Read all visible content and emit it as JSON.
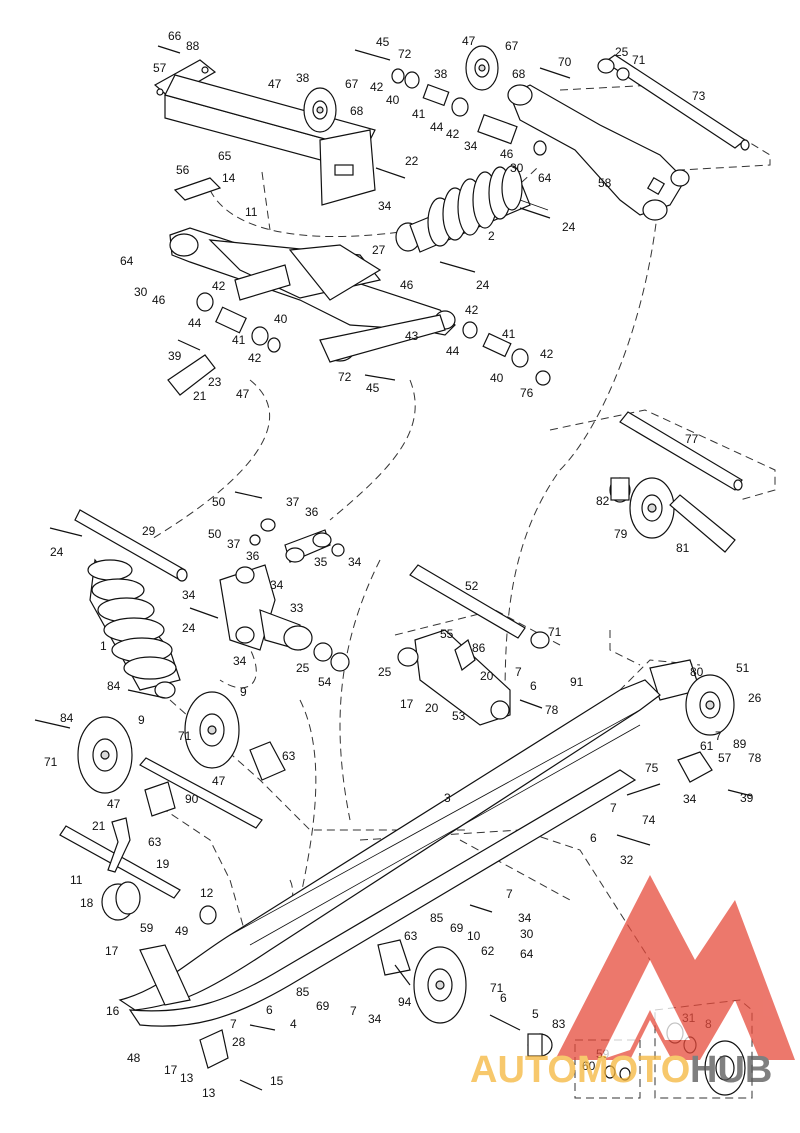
{
  "diagram": {
    "labels": [
      {
        "id": "p66a",
        "text": "66"
      },
      {
        "id": "p88",
        "text": "88"
      },
      {
        "id": "p57a",
        "text": "57"
      },
      {
        "id": "p45a",
        "text": "45"
      },
      {
        "id": "p72a",
        "text": "72"
      },
      {
        "id": "p42a",
        "text": "42"
      },
      {
        "id": "p40a",
        "text": "40"
      },
      {
        "id": "p47a",
        "text": "47"
      },
      {
        "id": "p38a",
        "text": "38"
      },
      {
        "id": "p67a",
        "text": "67"
      },
      {
        "id": "p68a",
        "text": "68"
      },
      {
        "id": "p41a",
        "text": "41"
      },
      {
        "id": "p44a",
        "text": "44"
      },
      {
        "id": "p42b",
        "text": "42"
      },
      {
        "id": "p47b",
        "text": "47"
      },
      {
        "id": "p38b",
        "text": "38"
      },
      {
        "id": "p67b",
        "text": "67"
      },
      {
        "id": "p68b",
        "text": "68"
      },
      {
        "id": "p70",
        "text": "70"
      },
      {
        "id": "p25a",
        "text": "25"
      },
      {
        "id": "p71a",
        "text": "71"
      },
      {
        "id": "p73",
        "text": "73"
      },
      {
        "id": "p65",
        "text": "65"
      },
      {
        "id": "p22",
        "text": "22"
      },
      {
        "id": "p34a",
        "text": "34"
      },
      {
        "id": "p46a",
        "text": "46"
      },
      {
        "id": "p30a",
        "text": "30"
      },
      {
        "id": "p64a",
        "text": "64"
      },
      {
        "id": "p58",
        "text": "58"
      },
      {
        "id": "p56",
        "text": "56"
      },
      {
        "id": "p14",
        "text": "14"
      },
      {
        "id": "p11a",
        "text": "11"
      },
      {
        "id": "p34b",
        "text": "34"
      },
      {
        "id": "p2",
        "text": "2"
      },
      {
        "id": "p24a",
        "text": "24"
      },
      {
        "id": "p27",
        "text": "27"
      },
      {
        "id": "p24b",
        "text": "24"
      },
      {
        "id": "p46b",
        "text": "46"
      },
      {
        "id": "p64b",
        "text": "64"
      },
      {
        "id": "p30b",
        "text": "30"
      },
      {
        "id": "p46c",
        "text": "46"
      },
      {
        "id": "p42c",
        "text": "42"
      },
      {
        "id": "p44b",
        "text": "44"
      },
      {
        "id": "p41b",
        "text": "41"
      },
      {
        "id": "p40b",
        "text": "40"
      },
      {
        "id": "p42d",
        "text": "42"
      },
      {
        "id": "p43",
        "text": "43"
      },
      {
        "id": "p42e",
        "text": "42"
      },
      {
        "id": "p44c",
        "text": "44"
      },
      {
        "id": "p41c",
        "text": "41"
      },
      {
        "id": "p42f",
        "text": "42"
      },
      {
        "id": "p40c",
        "text": "40"
      },
      {
        "id": "p76",
        "text": "76"
      },
      {
        "id": "p39a",
        "text": "39"
      },
      {
        "id": "p23",
        "text": "23"
      },
      {
        "id": "p21a",
        "text": "21"
      },
      {
        "id": "p47c",
        "text": "47"
      },
      {
        "id": "p72b",
        "text": "72"
      },
      {
        "id": "p45b",
        "text": "45"
      },
      {
        "id": "p77",
        "text": "77"
      },
      {
        "id": "p82",
        "text": "82"
      },
      {
        "id": "p79",
        "text": "79"
      },
      {
        "id": "p81",
        "text": "81"
      },
      {
        "id": "p50a",
        "text": "50"
      },
      {
        "id": "p37a",
        "text": "37"
      },
      {
        "id": "p36a",
        "text": "36"
      },
      {
        "id": "p50b",
        "text": "50"
      },
      {
        "id": "p37b",
        "text": "37"
      },
      {
        "id": "p36b",
        "text": "36"
      },
      {
        "id": "p35",
        "text": "35"
      },
      {
        "id": "p34c",
        "text": "34"
      },
      {
        "id": "p24c",
        "text": "24"
      },
      {
        "id": "p29",
        "text": "29"
      },
      {
        "id": "p34d",
        "text": "34"
      },
      {
        "id": "p34e",
        "text": "34"
      },
      {
        "id": "p24d",
        "text": "24"
      },
      {
        "id": "p33",
        "text": "33"
      },
      {
        "id": "p1",
        "text": "1"
      },
      {
        "id": "p34f",
        "text": "34"
      },
      {
        "id": "p25b",
        "text": "25"
      },
      {
        "id": "p54",
        "text": "54"
      },
      {
        "id": "p52",
        "text": "52"
      },
      {
        "id": "p71b",
        "text": "71"
      },
      {
        "id": "p55",
        "text": "55"
      },
      {
        "id": "p86",
        "text": "86"
      },
      {
        "id": "p25c",
        "text": "25"
      },
      {
        "id": "p20a",
        "text": "20"
      },
      {
        "id": "p7a",
        "text": "7"
      },
      {
        "id": "p6a",
        "text": "6"
      },
      {
        "id": "p78a",
        "text": "78"
      },
      {
        "id": "p91",
        "text": "91"
      },
      {
        "id": "p17a",
        "text": "17"
      },
      {
        "id": "p20b",
        "text": "20"
      },
      {
        "id": "p53",
        "text": "53"
      },
      {
        "id": "p80",
        "text": "80"
      },
      {
        "id": "p51",
        "text": "51"
      },
      {
        "id": "p26",
        "text": "26"
      },
      {
        "id": "p7b",
        "text": "7"
      },
      {
        "id": "p89",
        "text": "89"
      },
      {
        "id": "p78b",
        "text": "78"
      },
      {
        "id": "p61",
        "text": "61"
      },
      {
        "id": "p75",
        "text": "75"
      },
      {
        "id": "p57b",
        "text": "57"
      },
      {
        "id": "p34g",
        "text": "34"
      },
      {
        "id": "p39b",
        "text": "39"
      },
      {
        "id": "p74",
        "text": "74"
      },
      {
        "id": "p7c",
        "text": "7"
      },
      {
        "id": "p6b",
        "text": "6"
      },
      {
        "id": "p32",
        "text": "32"
      },
      {
        "id": "p3",
        "text": "3"
      },
      {
        "id": "p84a",
        "text": "84"
      },
      {
        "id": "p9a",
        "text": "9"
      },
      {
        "id": "p84b",
        "text": "84"
      },
      {
        "id": "p71c",
        "text": "71"
      },
      {
        "id": "p9b",
        "text": "9"
      },
      {
        "id": "p71d",
        "text": "71"
      },
      {
        "id": "p63a",
        "text": "63"
      },
      {
        "id": "p47d",
        "text": "47"
      },
      {
        "id": "p47e",
        "text": "47"
      },
      {
        "id": "p90",
        "text": "90"
      },
      {
        "id": "p63b",
        "text": "63"
      },
      {
        "id": "p21b",
        "text": "21"
      },
      {
        "id": "p19",
        "text": "19"
      },
      {
        "id": "p11b",
        "text": "11"
      },
      {
        "id": "p18",
        "text": "18"
      },
      {
        "id": "p59a",
        "text": "59"
      },
      {
        "id": "p49",
        "text": "49"
      },
      {
        "id": "p12",
        "text": "12"
      },
      {
        "id": "p17b",
        "text": "17"
      },
      {
        "id": "p16",
        "text": "16"
      },
      {
        "id": "p48",
        "text": "48"
      },
      {
        "id": "p17c",
        "text": "17"
      },
      {
        "id": "p13a",
        "text": "13"
      },
      {
        "id": "p28",
        "text": "28"
      },
      {
        "id": "p13b",
        "text": "13"
      },
      {
        "id": "p15",
        "text": "15"
      },
      {
        "id": "p7d",
        "text": "7"
      },
      {
        "id": "p85a",
        "text": "85"
      },
      {
        "id": "p34h",
        "text": "34"
      },
      {
        "id": "p69a",
        "text": "69"
      },
      {
        "id": "p10",
        "text": "10"
      },
      {
        "id": "p30c",
        "text": "30"
      },
      {
        "id": "p64c",
        "text": "64"
      },
      {
        "id": "p63c",
        "text": "63"
      },
      {
        "id": "p62",
        "text": "62"
      },
      {
        "id": "p85b",
        "text": "85"
      },
      {
        "id": "p69b",
        "text": "69"
      },
      {
        "id": "p7e",
        "text": "7"
      },
      {
        "id": "p34i",
        "text": "34"
      },
      {
        "id": "p94",
        "text": "94"
      },
      {
        "id": "p71e",
        "text": "71"
      },
      {
        "id": "p6c",
        "text": "6"
      },
      {
        "id": "p7f",
        "text": "7"
      },
      {
        "id": "p6d",
        "text": "6"
      },
      {
        "id": "p4",
        "text": "4"
      },
      {
        "id": "p5",
        "text": "5"
      },
      {
        "id": "p83",
        "text": "83"
      },
      {
        "id": "p31",
        "text": "31"
      },
      {
        "id": "p8",
        "text": "8"
      },
      {
        "id": "p59b",
        "text": "59"
      },
      {
        "id": "p60",
        "text": "60"
      }
    ]
  },
  "watermark": {
    "text_left": "AUTOMOTO",
    "text_right": "HUB",
    "color_orange": "#f5b63c",
    "color_red": "#e64b3c"
  }
}
